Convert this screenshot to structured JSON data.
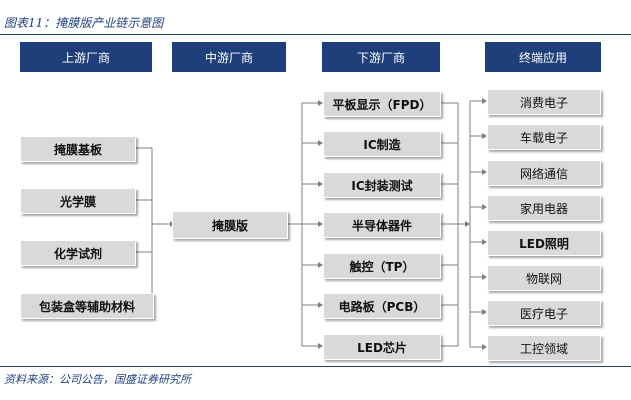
{
  "figure": {
    "title": "图表11：掩膜版产业链示意图",
    "source": "资料来源：公司公告，国盛证券研究所"
  },
  "columns": {
    "upstream_header": "上游厂商",
    "midstream_header": "中游厂商",
    "downstream_header": "下游厂商",
    "end_use_header": "终端应用"
  },
  "upstream": [
    "掩膜基板",
    "光学膜",
    "化学试剂",
    "包装盒等辅助材料"
  ],
  "midstream": [
    "掩膜版"
  ],
  "downstream": [
    "平板显示（FPD）",
    "IC制造",
    "IC封装测试",
    "半导体器件",
    "触控（TP）",
    "电路板（PCB）",
    "LED芯片"
  ],
  "end_use": [
    "消费电子",
    "车载电子",
    "网络通信",
    "家用电器",
    "LED照明",
    "物联网",
    "医疗电子",
    "工控领域"
  ],
  "colors": {
    "header_bg": "#1f3f7a",
    "node_bg": "#d9d9d9",
    "connector": "#7f7f7f"
  }
}
